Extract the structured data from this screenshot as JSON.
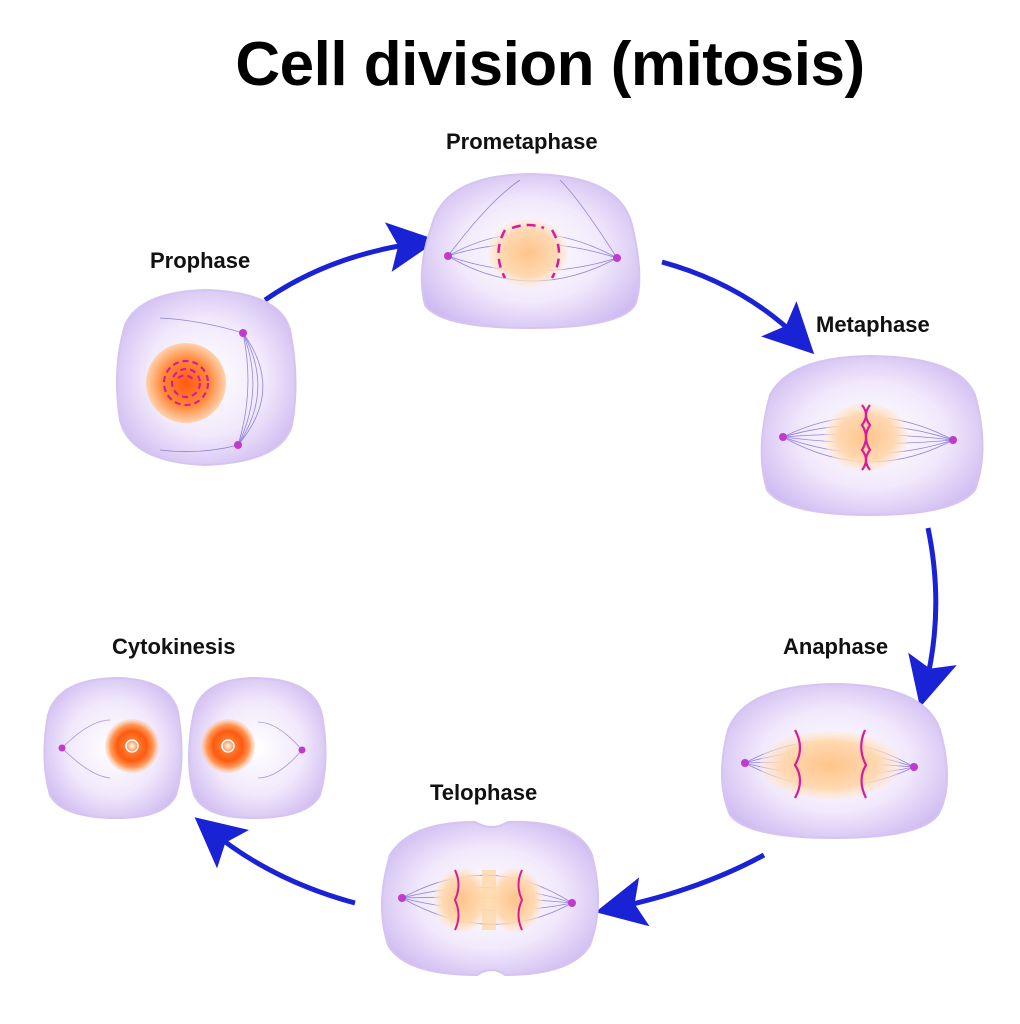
{
  "title": "Cell division (mitosis)",
  "phases": {
    "prophase": "Prophase",
    "prometaphase": "Prometaphase",
    "metaphase": "Metaphase",
    "anaphase": "Anaphase",
    "telophase": "Telophase",
    "cytokinesis": "Cytokinesis"
  },
  "colors": {
    "arrow": "#1a22d6",
    "cell_fill": "#e6daf8",
    "cell_edge": "#c9b4ee",
    "nucleus": "#ff7a2e",
    "chromosome": "#d81b9a",
    "spindle": "#6a5acd"
  }
}
